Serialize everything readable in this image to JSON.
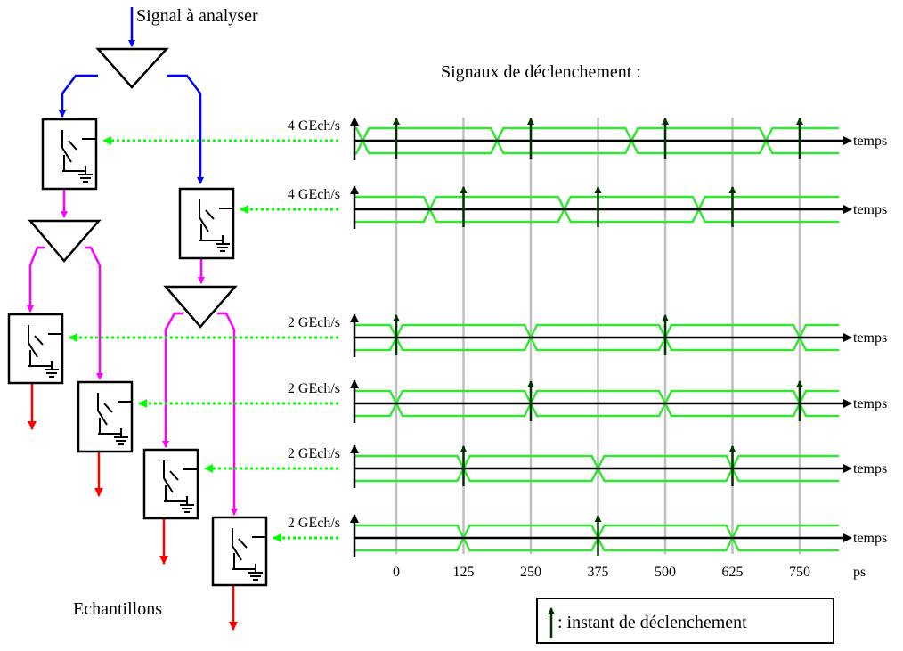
{
  "input_label": "Signal à analyser",
  "triggers_title": "Signaux de déclenchement :",
  "samples_label": "Echantillons",
  "legend_text": ": instant de déclenchement",
  "axis_label": "temps",
  "time_unit": "ps",
  "time_ticks": [
    "0",
    "125",
    "250",
    "375",
    "500",
    "625",
    "750"
  ],
  "tick_values": [
    0,
    125,
    250,
    375,
    500,
    625,
    750
  ],
  "colors": {
    "input_signal": "#0000ff",
    "intermediate_signal": "#ff00ff",
    "output_signal": "#ff0000",
    "trigger_signal": "#00ff00",
    "clock_waveform": "#33e633",
    "trigger_arrow": "#003300",
    "gridline": "#bfbfbf",
    "outline": "#000000"
  },
  "clock_lines": [
    {
      "rate_label": "4 GEch/s",
      "edges_ps": [
        -62.5,
        187.5,
        437.5,
        687.5
      ],
      "trigger_instants_ps": [
        0,
        250,
        500,
        750
      ]
    },
    {
      "rate_label": "4 GEch/s",
      "edges_ps": [
        62.5,
        312.5,
        562.5
      ],
      "trigger_instants_ps": [
        125,
        375,
        625
      ]
    },
    {
      "rate_label": "2 GEch/s",
      "edges_ps": [
        0,
        250,
        500,
        750
      ],
      "trigger_instants_ps": [
        0,
        500
      ]
    },
    {
      "rate_label": "2 GEch/s",
      "edges_ps": [
        0,
        250,
        500,
        750
      ],
      "trigger_instants_ps": [
        250,
        750
      ]
    },
    {
      "rate_label": "2 GEch/s",
      "edges_ps": [
        125,
        375,
        625
      ],
      "trigger_instants_ps": [
        125,
        625
      ]
    },
    {
      "rate_label": "2 GEch/s",
      "edges_ps": [
        125,
        375,
        625
      ],
      "trigger_instants_ps": [
        375
      ]
    }
  ]
}
